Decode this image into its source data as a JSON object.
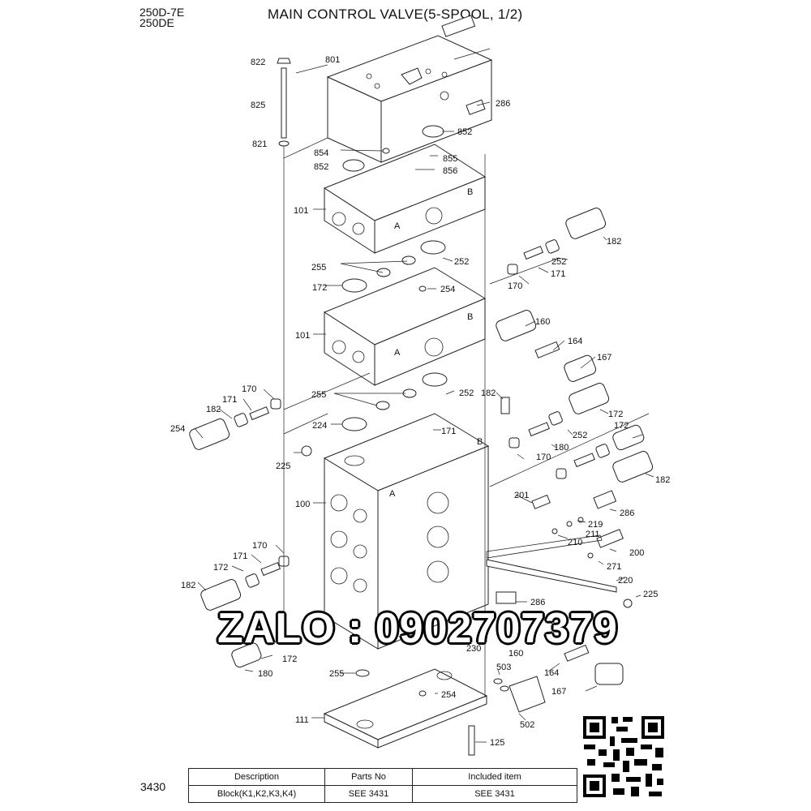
{
  "header": {
    "model_line1": "250D-7E",
    "model_line2": "250DE",
    "title": "MAIN CONTROL VALVE(5-SPOOL, 1/2)"
  },
  "page_number": "3430",
  "callouts": [
    "822",
    "801",
    "825",
    "286",
    "852",
    "821",
    "854",
    "855",
    "852",
    "856",
    "101",
    "182",
    "255",
    "252",
    "172",
    "252",
    "254",
    "171",
    "170",
    "101",
    "160",
    "164",
    "167",
    "170",
    "171",
    "255",
    "252",
    "224",
    "182",
    "172",
    "182",
    "252",
    "254",
    "171",
    "180",
    "172",
    "225",
    "170",
    "182",
    "100",
    "201",
    "286",
    "219",
    "211",
    "210",
    "200",
    "170",
    "271",
    "171",
    "172",
    "182",
    "220",
    "286",
    "225",
    "230",
    "160",
    "164",
    "172",
    "180",
    "255",
    "503",
    "254",
    "167",
    "111",
    "502",
    "125"
  ],
  "table": {
    "headers": [
      "Description",
      "Parts No",
      "Included item"
    ],
    "rows": [
      [
        "Block(K1,K2,K3,K4)",
        "SEE 3431",
        "SEE 3431"
      ]
    ]
  },
  "watermark": "ZALO : 0902707379"
}
